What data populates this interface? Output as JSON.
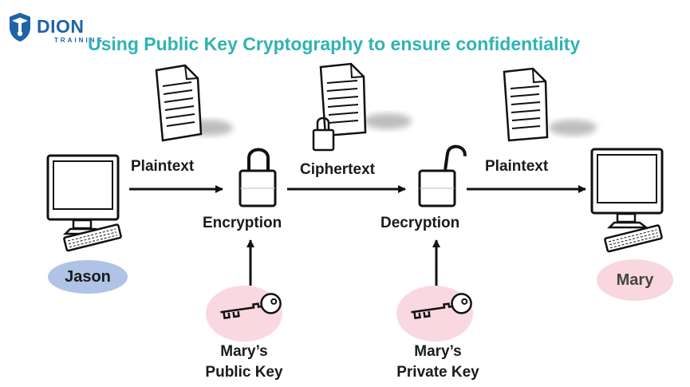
{
  "brand": {
    "name": "DION",
    "sub": "TRAINING"
  },
  "title": "Using Public Key Cryptography to ensure confidentiality",
  "flow_labels": {
    "plaintext_left": "Plaintext",
    "ciphertext": "Ciphertext",
    "plaintext_right": "Plaintext"
  },
  "steps": {
    "encryption": "Encryption",
    "decryption": "Decryption"
  },
  "keys": {
    "public": {
      "line1": "Mary’s",
      "line2": "Public Key"
    },
    "private": {
      "line1": "Mary’s",
      "line2": "Private Key"
    }
  },
  "people": {
    "sender": "Jason",
    "receiver": "Mary"
  },
  "colors": {
    "title": "#2fb3b3",
    "brand": "#1f63a8",
    "sender_ellipse": "#aec3e6",
    "receiver_ellipse": "#f8d7df",
    "key_circle": "#f9d8e1",
    "receiver_text": "#444444"
  }
}
